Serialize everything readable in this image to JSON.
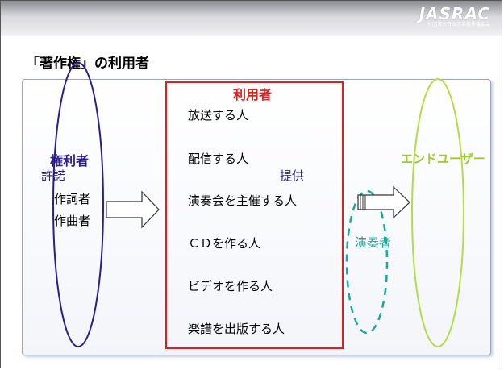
{
  "logo": {
    "main": "JASRAC",
    "sub": "社団法人日本音楽著作権協会"
  },
  "title": "「著作権」の利用者",
  "rights_holders": {
    "label": "権利者",
    "members": [
      "作詞者",
      "作曲者"
    ]
  },
  "permission": "許諾",
  "users": {
    "label": "利用者",
    "items": [
      "放送する人",
      "配信する人",
      "演奏会を主催する人",
      "ＣＤを作る人",
      "ビデオを作る人",
      "楽譜を出版する人"
    ]
  },
  "provide": "提供",
  "performer": "演奏者",
  "end_user": "エンドユーザー",
  "colors": {
    "rights": "#2c1d8c",
    "users_box": "#e02020",
    "end_user": "#a6d630",
    "performer": "#1aa99c"
  }
}
